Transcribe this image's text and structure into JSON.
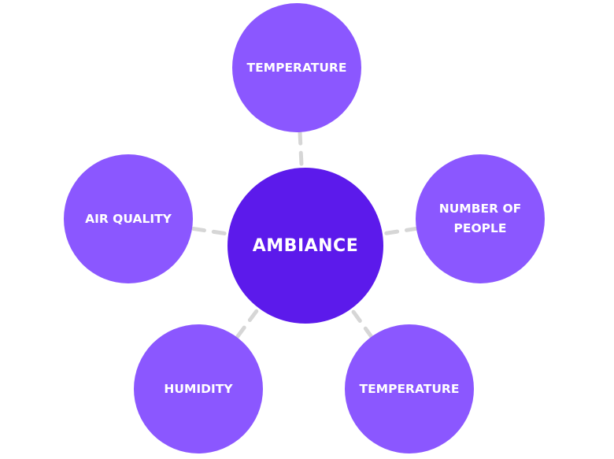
{
  "center": {
    "label": "AMBIANCE"
  },
  "nodes": [
    {
      "label": "TEMPERATURE"
    },
    {
      "label": "AIR QUALITY"
    },
    {
      "label": "NUMBER OF PEOPLE"
    },
    {
      "label": "HUMIDITY"
    },
    {
      "label": "TEMPERATURE"
    }
  ],
  "colors": {
    "center": "#5c1aeb",
    "outer": "#8b57ff",
    "connector": "#d6d6d6"
  }
}
